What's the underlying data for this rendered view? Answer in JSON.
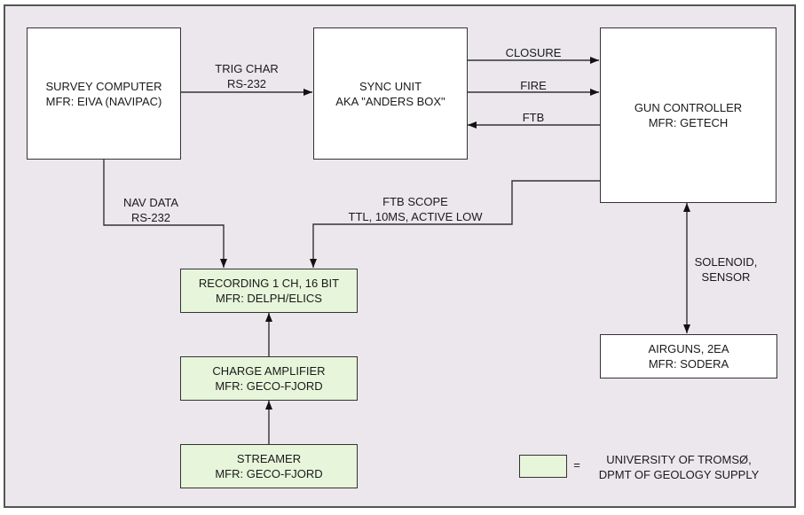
{
  "colors": {
    "background": "#ebe7ec",
    "box_fill": "#ffffff",
    "supplied_fill": "#e7f5da",
    "line": "#333333"
  },
  "blocks": {
    "survey_computer": {
      "line1": "SURVEY COMPUTER",
      "line2": "MFR: EIVA (NAVIPAC)",
      "supplied_by_university": false
    },
    "sync_unit": {
      "line1": "SYNC UNIT",
      "line2": "AKA \"ANDERS BOX\"",
      "supplied_by_university": false
    },
    "gun_controller": {
      "line1": "GUN CONTROLLER",
      "line2": "MFR: GETECH",
      "supplied_by_university": false
    },
    "recording": {
      "line1": "RECORDING 1 CH, 16 BIT",
      "line2": "MFR: DELPH/ELICS",
      "supplied_by_university": true
    },
    "charge_amplifier": {
      "line1": "CHARGE AMPLIFIER",
      "line2": "MFR: GECO-FJORD",
      "supplied_by_university": true
    },
    "streamer": {
      "line1": "STREAMER",
      "line2": "MFR: GECO-FJORD",
      "supplied_by_university": true
    },
    "airguns": {
      "line1": "AIRGUNS, 2EA",
      "line2": "MFR: SODERA",
      "supplied_by_university": false
    }
  },
  "connections": {
    "trig_char": {
      "from": "survey_computer",
      "to": "sync_unit",
      "line1": "TRIG CHAR",
      "line2": "RS-232"
    },
    "closure": {
      "from": "sync_unit",
      "to": "gun_controller",
      "label": "CLOSURE"
    },
    "fire": {
      "from": "sync_unit",
      "to": "gun_controller",
      "label": "FIRE"
    },
    "ftb": {
      "from": "gun_controller",
      "to": "sync_unit",
      "label": "FTB"
    },
    "nav_data": {
      "from": "survey_computer",
      "to": "recording",
      "line1": "NAV DATA",
      "line2": "RS-232"
    },
    "ftb_scope": {
      "from": "gun_controller",
      "to": "recording",
      "line1": "FTB SCOPE",
      "line2": "TTL, 10MS, ACTIVE LOW"
    },
    "solenoid_sensor": {
      "from": "gun_controller",
      "to": "airguns",
      "bidirectional": true,
      "line1": "SOLENOID,",
      "line2": "SENSOR"
    },
    "amp_to_recording": {
      "from": "charge_amplifier",
      "to": "recording"
    },
    "streamer_to_amp": {
      "from": "streamer",
      "to": "charge_amplifier"
    }
  },
  "legend": {
    "equals": "=",
    "line1": "UNIVERSITY OF TROMSØ,",
    "line2": "DPMT OF GEOLOGY SUPPLY"
  }
}
